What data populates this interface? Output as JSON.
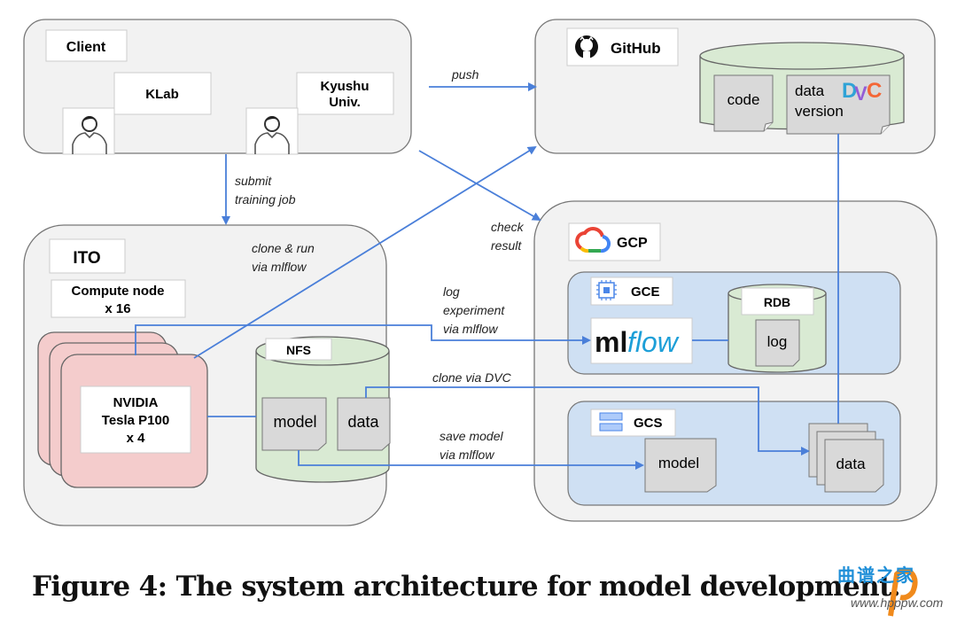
{
  "colors": {
    "arrow": "#4a7fd9",
    "group_fill": "#f2f2f2",
    "subgroup_fill": "#cfe0f3",
    "db_fill": "#d9ead3",
    "gpu_fill": "#f4cccc",
    "doc_fill": "#d9d9d9"
  },
  "client": {
    "title": "Client",
    "users": [
      {
        "label": "KLab",
        "icon": "person-icon"
      },
      {
        "label_lines": [
          "Kyushu",
          "Univ."
        ],
        "icon": "person-icon"
      }
    ]
  },
  "github": {
    "title": "GitHub",
    "icon": "github-icon",
    "repo_docs": [
      {
        "label": "code"
      },
      {
        "label_lines": [
          "data",
          "version"
        ],
        "badge": "DVC"
      }
    ]
  },
  "ito": {
    "title": "ITO",
    "compute_node_lines": [
      "Compute node",
      "x 16"
    ],
    "gpu_lines": [
      "NVIDIA",
      "Tesla P100",
      "x 4"
    ],
    "nfs": {
      "title": "NFS",
      "docs": [
        "model",
        "data"
      ]
    }
  },
  "gcp": {
    "title": "GCP",
    "icon": "google-cloud-icon",
    "gce": {
      "title": "GCE",
      "icon": "chip-icon",
      "mlflow_logo": {
        "ml": "ml",
        "flow": "flow"
      },
      "rdb": {
        "title": "RDB",
        "doc": "log"
      }
    },
    "gcs": {
      "title": "GCS",
      "icon": "storage-icon",
      "docs": [
        "model",
        "data"
      ]
    }
  },
  "edges": {
    "push": "push",
    "submit": [
      "submit",
      "training job"
    ],
    "clone_run": [
      "clone & run",
      "via mlflow"
    ],
    "check": [
      "check",
      "result"
    ],
    "log_exp": [
      "log",
      "experiment",
      "via mlflow"
    ],
    "clone_dvc": "clone via DVC",
    "save_model": [
      "save model",
      "via mlflow"
    ]
  },
  "caption": "Figure 4: The system architecture for model development.",
  "watermark": {
    "cn": "曲谱之家",
    "url": "www.hpppw.com"
  }
}
